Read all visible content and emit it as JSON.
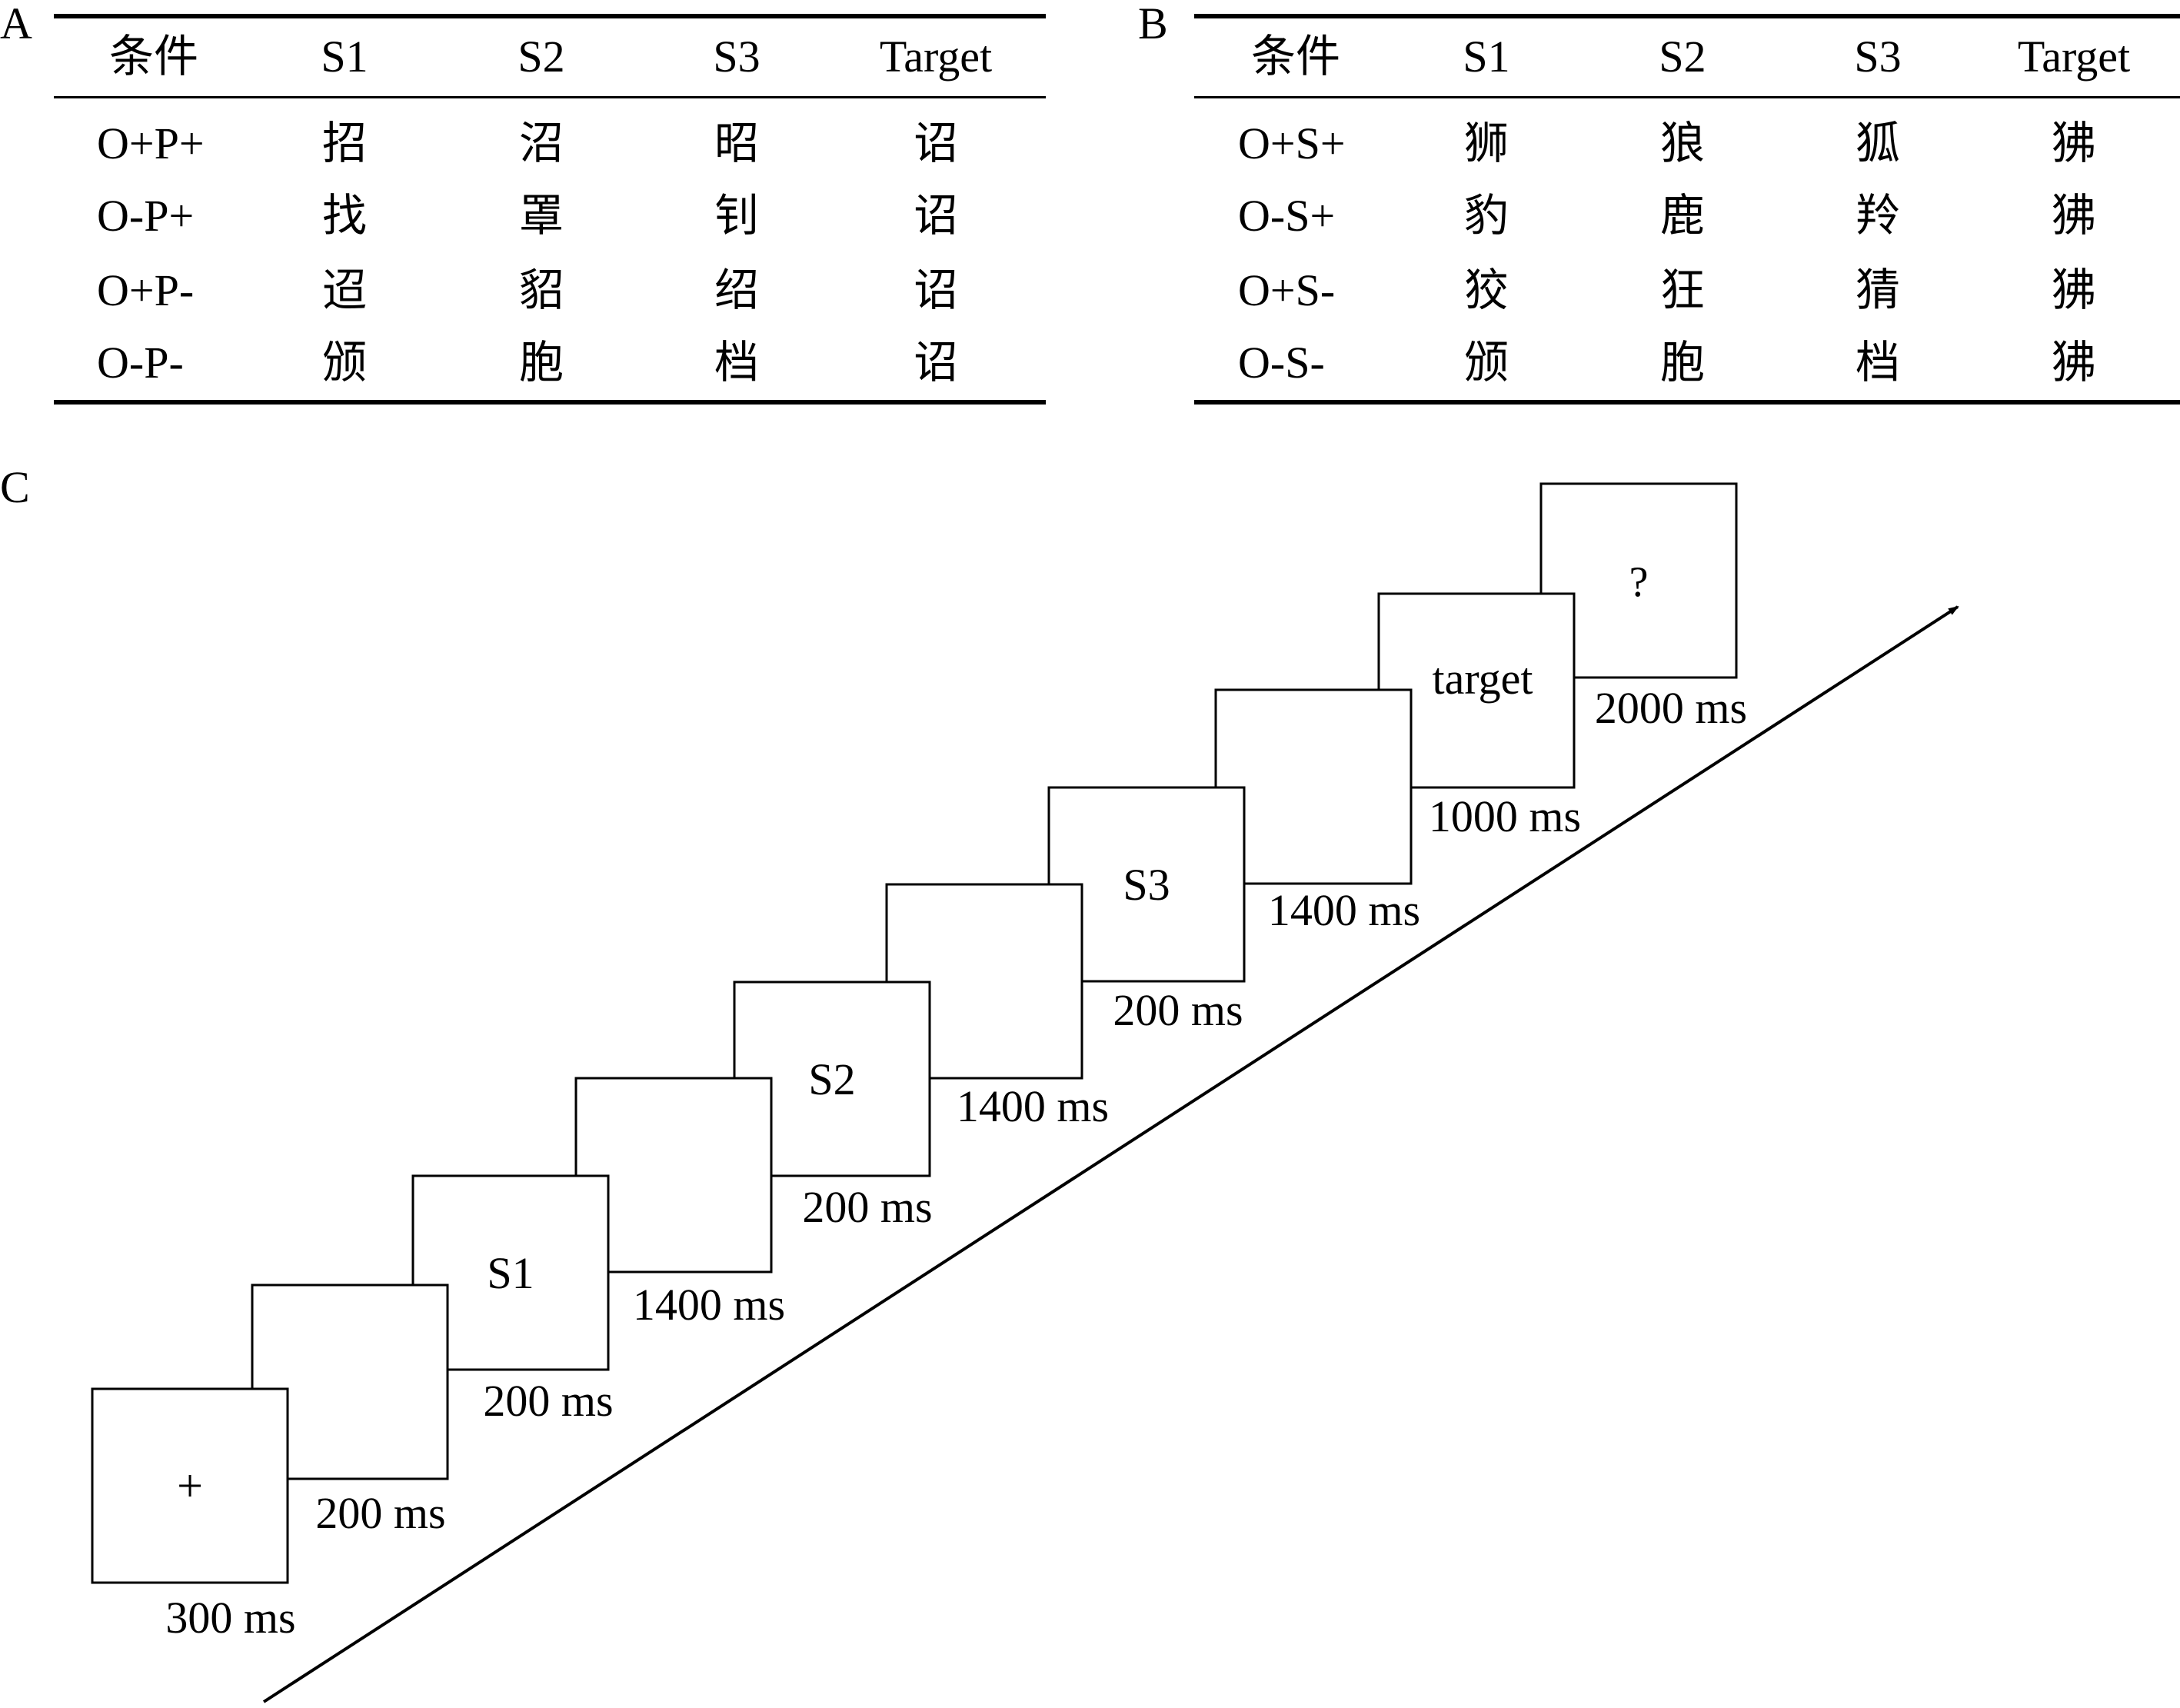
{
  "panels": {
    "a": "A",
    "b": "B",
    "c": "C"
  },
  "table_a": {
    "headers": [
      "条件",
      "S1",
      "S2",
      "S3",
      "Target"
    ],
    "rows": [
      [
        "O+P+",
        "招",
        "沼",
        "昭",
        "诏"
      ],
      [
        "O-P+",
        "找",
        "罩",
        "钊",
        "诏"
      ],
      [
        "O+P-",
        "迢",
        "貂",
        "绍",
        "诏"
      ],
      [
        "O-P-",
        "颁",
        "胞",
        "档",
        "诏"
      ]
    ]
  },
  "table_b": {
    "headers": [
      "条件",
      "S1",
      "S2",
      "S3",
      "Target"
    ],
    "rows": [
      [
        "O+S+",
        "狮",
        "狼",
        "狐",
        "狒"
      ],
      [
        "O-S+",
        "豹",
        "鹿",
        "羚",
        "狒"
      ],
      [
        "O+S-",
        "狡",
        "狂",
        "猜",
        "狒"
      ],
      [
        "O-S-",
        "颁",
        "胞",
        "档",
        "狒"
      ]
    ]
  },
  "procedure": {
    "frames": [
      {
        "text": "+",
        "duration": "300 ms"
      },
      {
        "text": "",
        "duration": "200 ms"
      },
      {
        "text": "S1",
        "duration": "200 ms"
      },
      {
        "text": "",
        "duration": "1400 ms"
      },
      {
        "text": "S2",
        "duration": "200 ms"
      },
      {
        "text": "",
        "duration": "1400 ms"
      },
      {
        "text": "S3",
        "duration": "200 ms"
      },
      {
        "text": "",
        "duration": "1400 ms"
      },
      {
        "text": "target",
        "duration": "1000 ms"
      },
      {
        "text": "?",
        "duration": "2000 ms"
      }
    ]
  }
}
